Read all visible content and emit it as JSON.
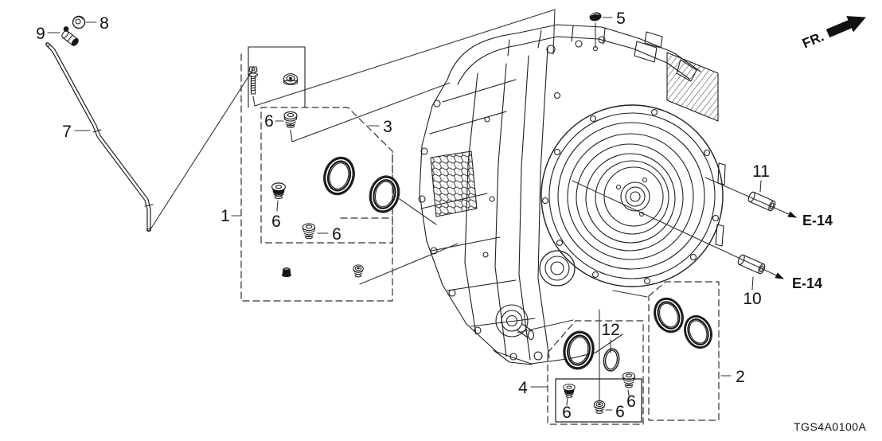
{
  "diagram": {
    "code": "TGS4A0100A",
    "front_marker": "FR.",
    "engine_ref_upper": "E-14",
    "engine_ref_lower": "E-14"
  },
  "labels": {
    "part1": "1",
    "part2": "2",
    "part3": "3",
    "part4": "4",
    "part5": "5",
    "part6": "6",
    "part7": "7",
    "part8": "8",
    "part9": "9",
    "part10": "10",
    "part11": "11",
    "part12": "12"
  }
}
